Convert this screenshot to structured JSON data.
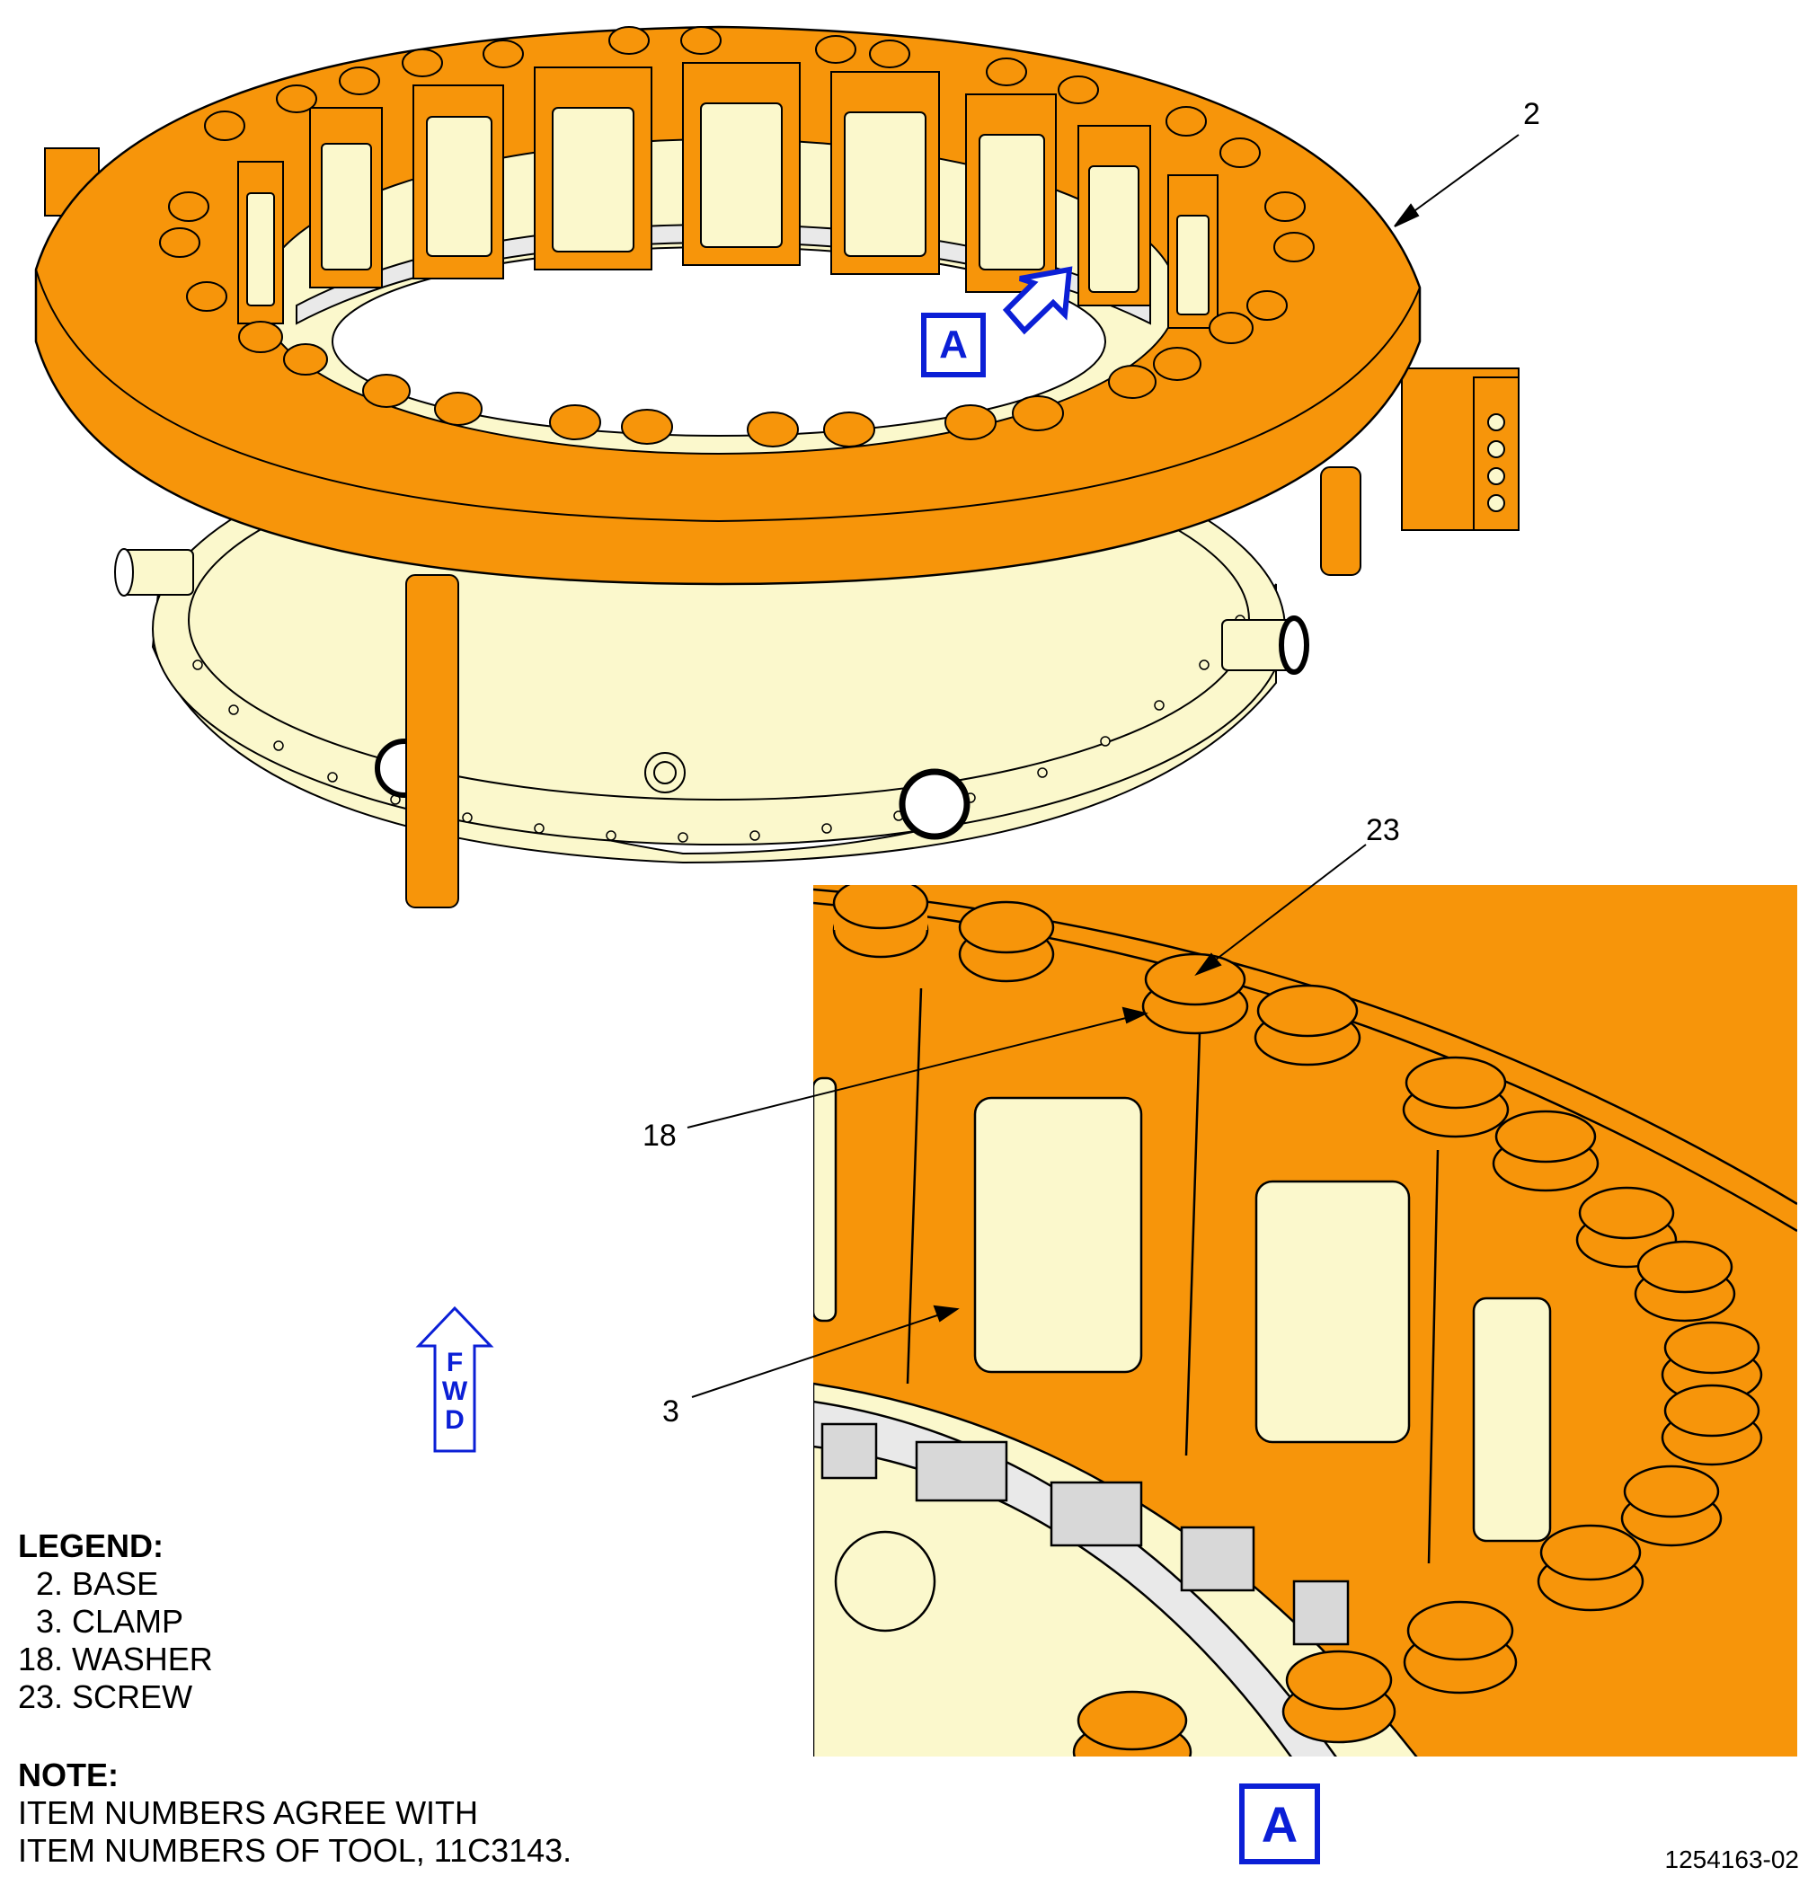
{
  "callouts": {
    "c2": "2",
    "c23": "23",
    "c18": "18",
    "c3": "3"
  },
  "legend": {
    "title": "LEGEND:",
    "items": [
      "  2. BASE",
      "  3. CLAMP",
      "18. WASHER",
      "23. SCREW"
    ]
  },
  "note": {
    "title": "NOTE:",
    "lines": [
      "ITEM NUMBERS AGREE WITH",
      "ITEM NUMBERS OF TOOL, 11C3143."
    ]
  },
  "view_label": "A",
  "fwd": [
    "F",
    "W",
    "D"
  ],
  "figure_number": "1254163-02",
  "colors": {
    "tool_orange": "#f7950a",
    "part_cream": "#fbf8cc",
    "callout_blue": "#0b1fd6",
    "line": "#000000"
  }
}
